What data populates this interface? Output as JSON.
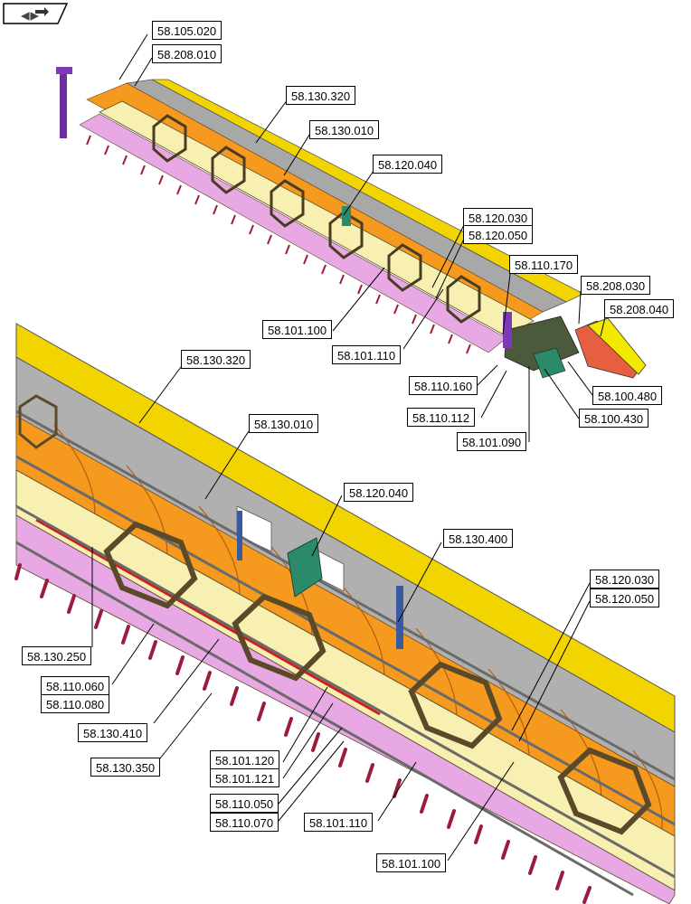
{
  "nav": {
    "icon": "book-open-arrow-icon"
  },
  "colors": {
    "yellow": "#f2d400",
    "gray": "#a8a8a8",
    "orange": "#f59a1e",
    "cream": "#f7f0b0",
    "pink": "#e7a8e3",
    "crimson": "#9c1b3c",
    "frame": "#5b4a2a",
    "red": "#cc2020"
  },
  "top_callouts": {
    "c_105_020": "58.105.020",
    "c_208_010": "58.208.010",
    "c_130_320": "58.130.320",
    "c_130_010": "58.130.010",
    "c_120_040": "58.120.040",
    "c_120_030": "58.120.030",
    "c_120_050": "58.120.050",
    "c_110_170": "58.110.170",
    "c_208_030": "58.208.030",
    "c_208_040": "58.208.040",
    "c_101_100": "58.101.100",
    "c_101_110": "58.101.110",
    "c_110_160": "58.110.160",
    "c_100_480": "58.100.480",
    "c_110_112": "58.110.112",
    "c_100_430": "58.100.430",
    "c_101_090": "58.101.090"
  },
  "bottom_callouts": {
    "c_130_320": "58.130.320",
    "c_130_010": "58.130.010",
    "c_120_040": "58.120.040",
    "c_130_400": "58.130.400",
    "c_120_030": "58.120.030",
    "c_120_050": "58.120.050",
    "c_130_250": "58.130.250",
    "c_110_060": "58.110.060",
    "c_110_080": "58.110.080",
    "c_130_410": "58.130.410",
    "c_130_350": "58.130.350",
    "c_101_120": "58.101.120",
    "c_101_121": "58.101.121",
    "c_110_050": "58.110.050",
    "c_110_070": "58.110.070",
    "c_101_110": "58.101.110",
    "c_101_100": "58.101.100"
  }
}
